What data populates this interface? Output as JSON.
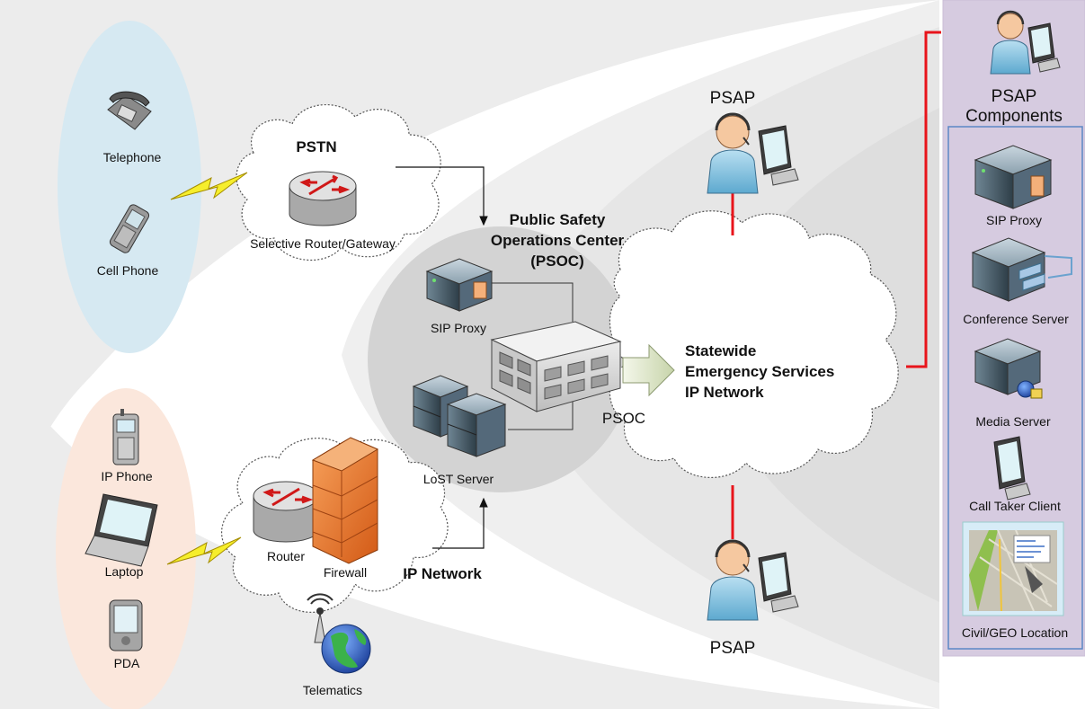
{
  "labels": {
    "telephone": "Telephone",
    "cell_phone": "Cell Phone",
    "ip_phone": "IP Phone",
    "laptop": "Laptop",
    "pda": "PDA",
    "pstn": "PSTN",
    "selective_router": "Selective Router/Gateway",
    "router": "Router",
    "firewall": "Firewall",
    "ip_network": "IP Network",
    "telematics": "Telematics",
    "psoc_title_1": "Public Safety",
    "psoc_title_2": "Operations Center",
    "psoc_title_3": "(PSOC)",
    "sip_proxy": "SIP Proxy",
    "lost_server": "LoST Server",
    "psoc": "PSOC",
    "esnet_1": "Statewide",
    "esnet_2": "Emergency Services",
    "esnet_3": "IP Network",
    "psap_top": "PSAP",
    "psap_bottom": "PSAP"
  },
  "components_panel": {
    "title_1": "PSAP",
    "title_2": "Components",
    "items": [
      "SIP Proxy",
      "Conference Server",
      "Media Server",
      "Call Taker Client",
      "Civil/GEO Location"
    ]
  },
  "colors": {
    "link_red": "#e8141b",
    "panel_purple": "#d6cbe0",
    "panel_border": "#5b87c6",
    "legacy_oval": "#d6e9f2",
    "ip_oval": "#fbe7dc",
    "swoosh": "#ececec",
    "psoc_circle": "#d3d3d3"
  }
}
